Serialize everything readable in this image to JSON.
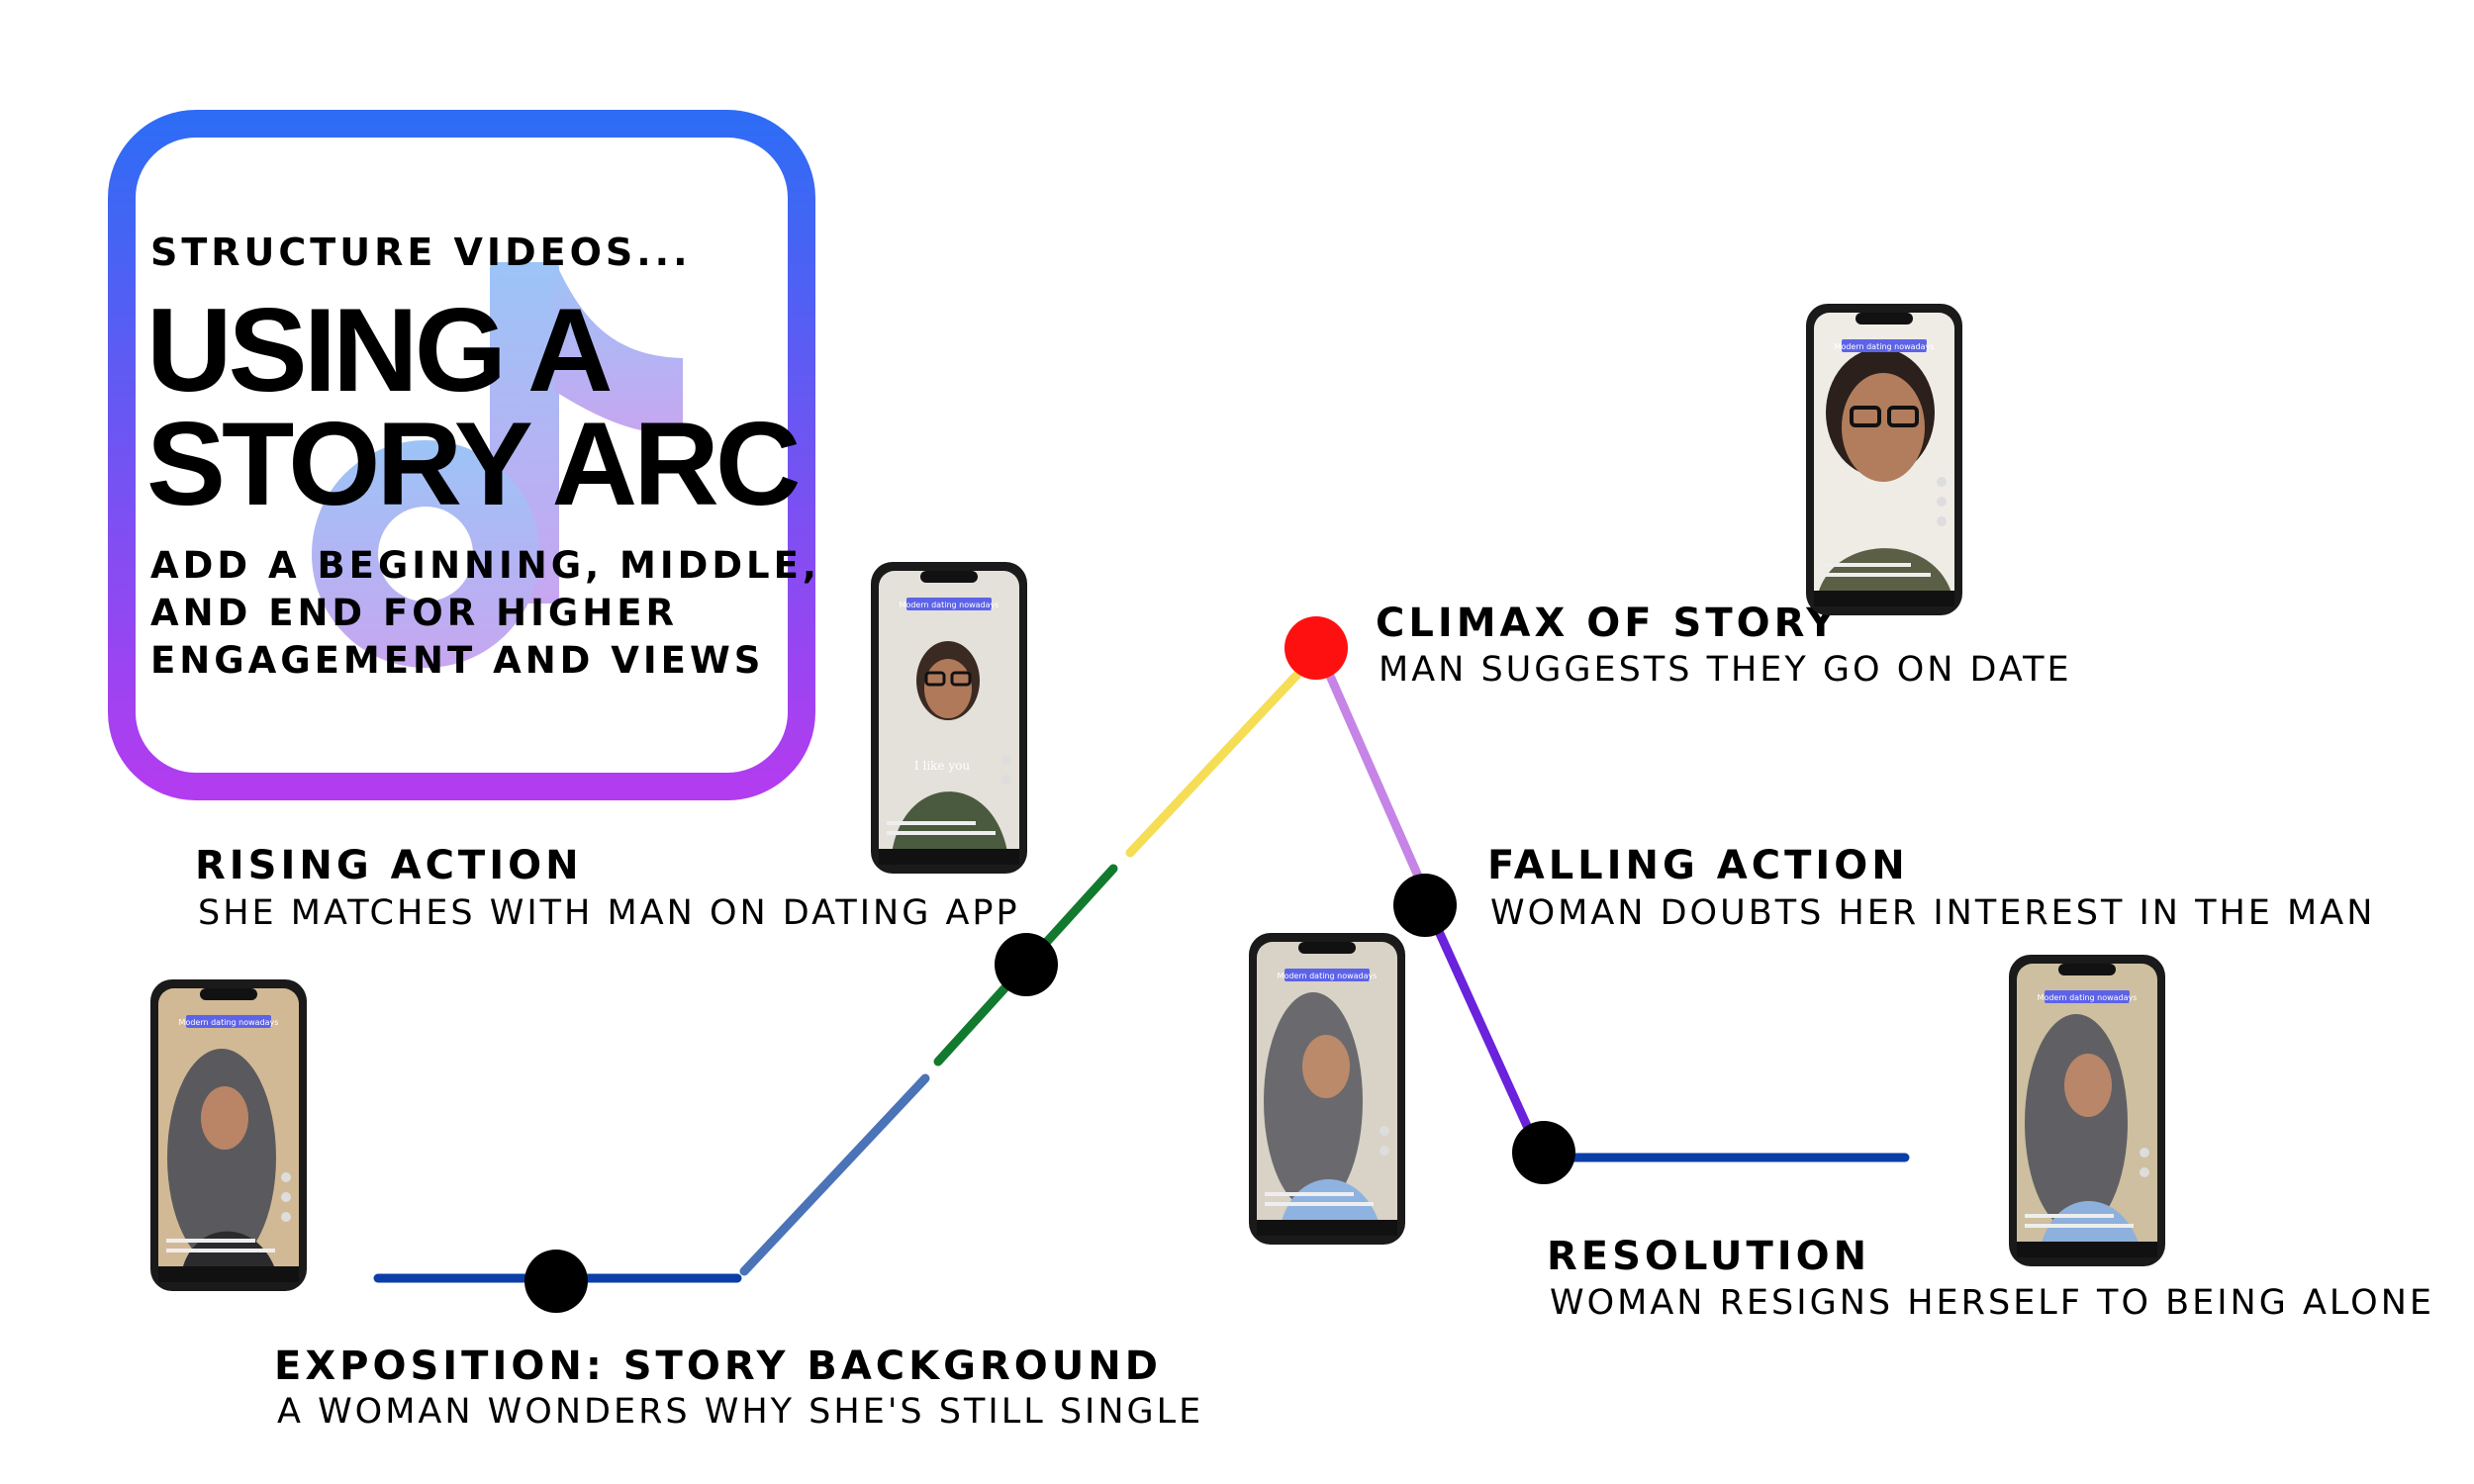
{
  "title_card": {
    "kicker": "STRUCTURE VIDEOS...",
    "title_line1": "USING A",
    "title_line2": "STORY ARC",
    "subtitle_line1": "ADD A BEGINNING, MIDDLE,",
    "subtitle_line2": "AND END FOR HIGHER",
    "subtitle_line3": "ENGAGEMENT AND VIEWS",
    "logo_icon": "tiktok-note-icon"
  },
  "stages": {
    "exposition": {
      "heading": "EXPOSITION: STORY BACKGROUND",
      "description": "A WOMAN WONDERS WHY SHE'S STILL SINGLE"
    },
    "rising_action": {
      "heading": "RISING ACTION",
      "description": "SHE MATCHES WITH MAN ON DATING APP"
    },
    "climax": {
      "heading": "CLIMAX OF STORY",
      "description": "MAN SUGGESTS THEY GO ON DATE"
    },
    "falling_action": {
      "heading": "FALLING ACTION",
      "description": "WOMAN DOUBTS HER INTEREST IN THE MAN"
    },
    "resolution": {
      "heading": "RESOLUTION",
      "description": "WOMAN RESIGNS HERSELF TO BEING ALONE"
    }
  },
  "phones": {
    "phone1": {
      "banner": "Modern dating nowadays"
    },
    "phone2": {
      "banner": "Modern dating nowadays",
      "caption": "I like you"
    },
    "phone3": {
      "banner": "Modern dating nowadays"
    },
    "phone4": {
      "banner": "Modern dating nowadays"
    },
    "phone5": {
      "banner": "Modern dating nowadays"
    }
  },
  "colors": {
    "gradient_top": "#2f6cf5",
    "gradient_bottom": "#b23cf0",
    "arc_navy": "#0b3ea8",
    "arc_steel": "#4a73b8",
    "arc_green": "#127a2e",
    "arc_yellow": "#f5de55",
    "arc_lavender": "#c584e6",
    "arc_purple": "#6a22dc",
    "climax_dot": "#ff1010",
    "node_dot": "#000000",
    "tiktok_logo": "#9cbcf7"
  }
}
